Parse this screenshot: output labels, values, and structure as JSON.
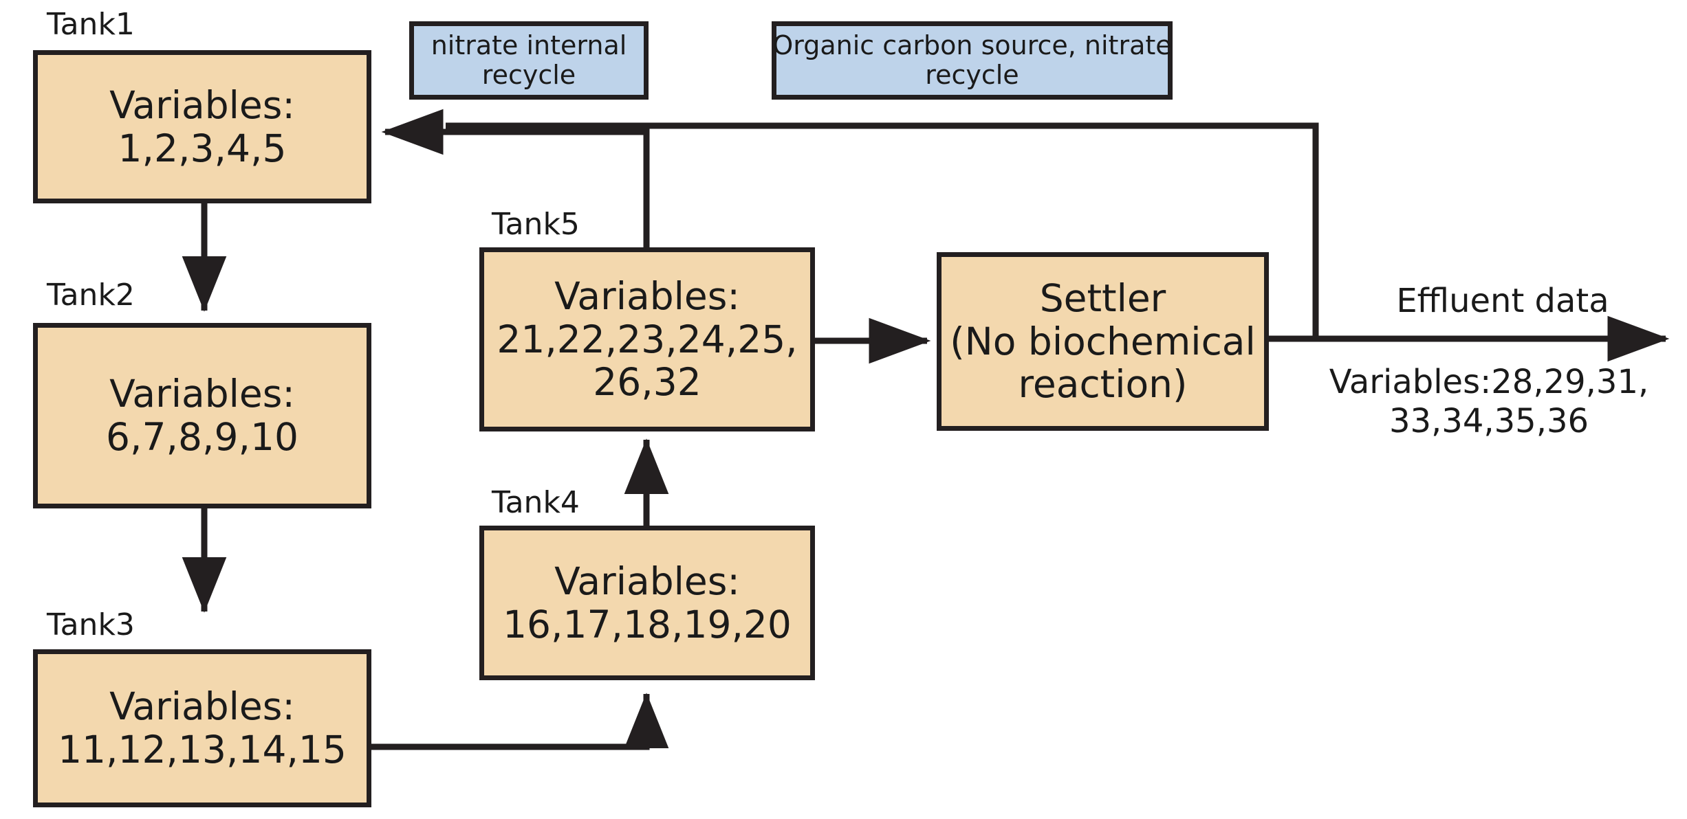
{
  "diagram": {
    "title": "Wastewater treatment plant tank flow diagram",
    "colors": {
      "tank_fill": "#f3d8ae",
      "note_fill": "#bed3ea",
      "stroke": "#231f20",
      "background": "#ffffff"
    }
  },
  "tanks": [
    {
      "id": "tank1",
      "tag": "Tank1",
      "line1": "Variables:",
      "line2": "1,2,3,4,5"
    },
    {
      "id": "tank2",
      "tag": "Tank2",
      "line1": "Variables:",
      "line2": "6,7,8,9,10"
    },
    {
      "id": "tank3",
      "tag": "Tank3",
      "line1": "Variables:",
      "line2": "11,12,13,14,15"
    },
    {
      "id": "tank4",
      "tag": "Tank4",
      "line1": "Variables:",
      "line2": "16,17,18,19,20"
    },
    {
      "id": "tank5",
      "tag": "Tank5",
      "line1": "Variables:",
      "line2": "21,22,23,24,25,",
      "line3": "26,32"
    }
  ],
  "settler": {
    "line1": "Settler",
    "line2": "(No biochemical",
    "line3": "reaction)"
  },
  "notes": [
    {
      "id": "nitrate-internal-recycle",
      "line1": "nitrate internal",
      "line2": "recycle"
    },
    {
      "id": "organic-carbon-nitrate-recycle",
      "line1": "Organic carbon source, nitrate",
      "line2": "recycle"
    }
  ],
  "effluent": {
    "label": "Effluent data",
    "line1": "Variables:28,29,31,",
    "line2": "33,34,35,36"
  }
}
